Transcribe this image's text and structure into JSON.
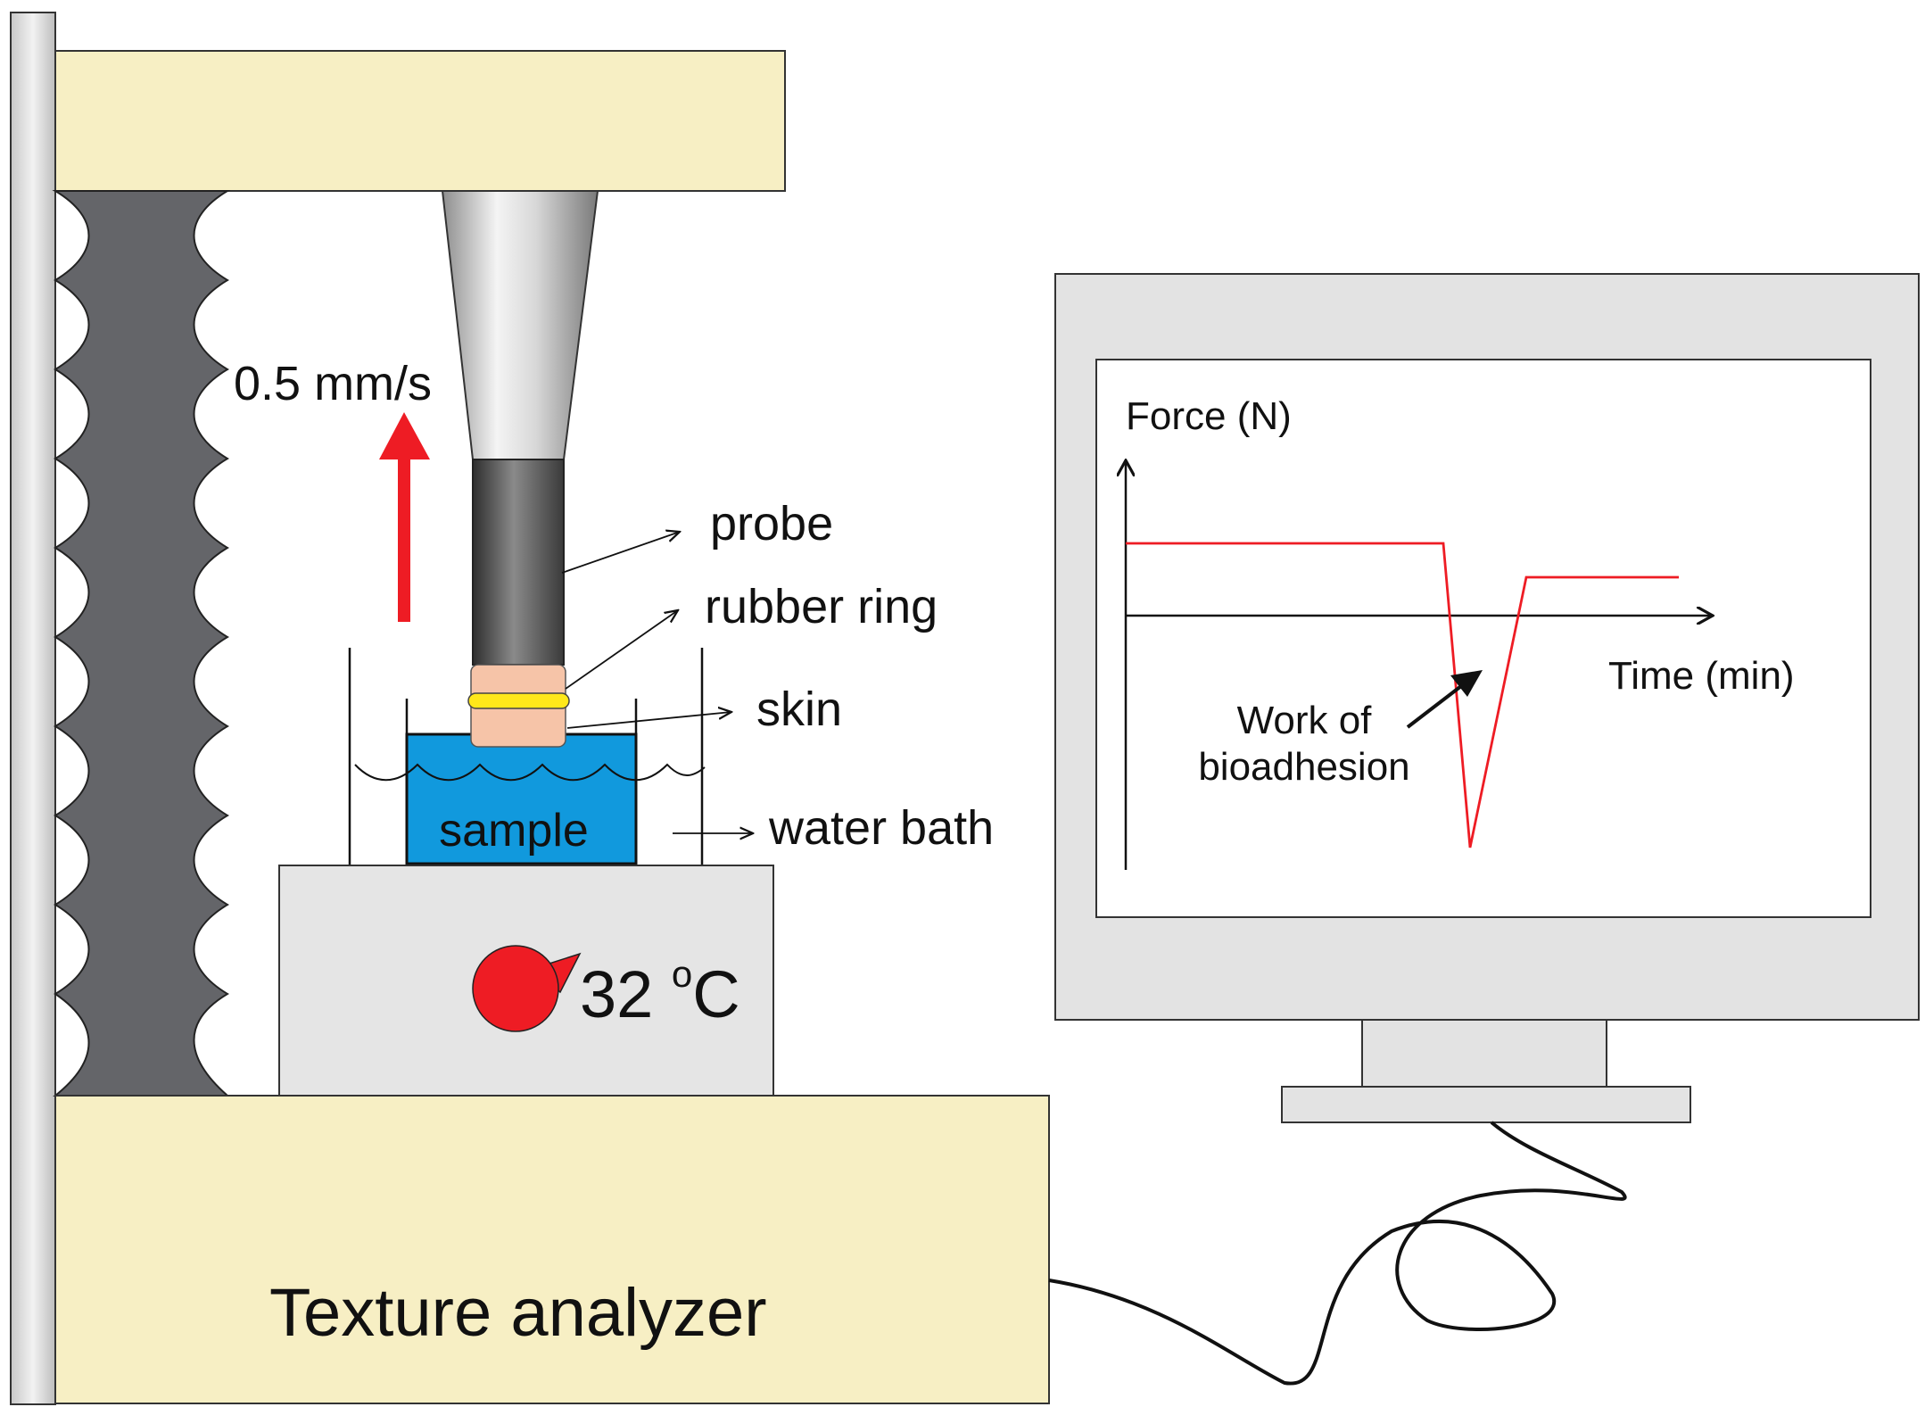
{
  "labels": {
    "speed": "0.5 mm/s",
    "probe": "probe",
    "rubber_ring": "rubber ring",
    "skin": "skin",
    "water_bath": "water bath",
    "sample": "sample",
    "temperature_value": "32 ",
    "temperature_degree": "o",
    "temperature_unit": "C",
    "texture_analyzer": "Texture analyzer"
  },
  "monitor": {
    "y_axis_label": "Force (N)",
    "x_axis_label": "Time (min)",
    "annotation_line1": "Work of",
    "annotation_line2": "bioadhesion"
  },
  "colors": {
    "beige": "#f7efc4",
    "dark_spring": "#646569",
    "red": "#ee1c24",
    "water": "#1199dd",
    "skin": "#f6c4a8",
    "ring": "#ffe81a",
    "monitor_gray": "#e3e3e3",
    "hot_plate": "#e5e5e5"
  },
  "icons": {
    "up_arrow": "red-up-arrow",
    "thermometer": "red-dial-icon"
  }
}
